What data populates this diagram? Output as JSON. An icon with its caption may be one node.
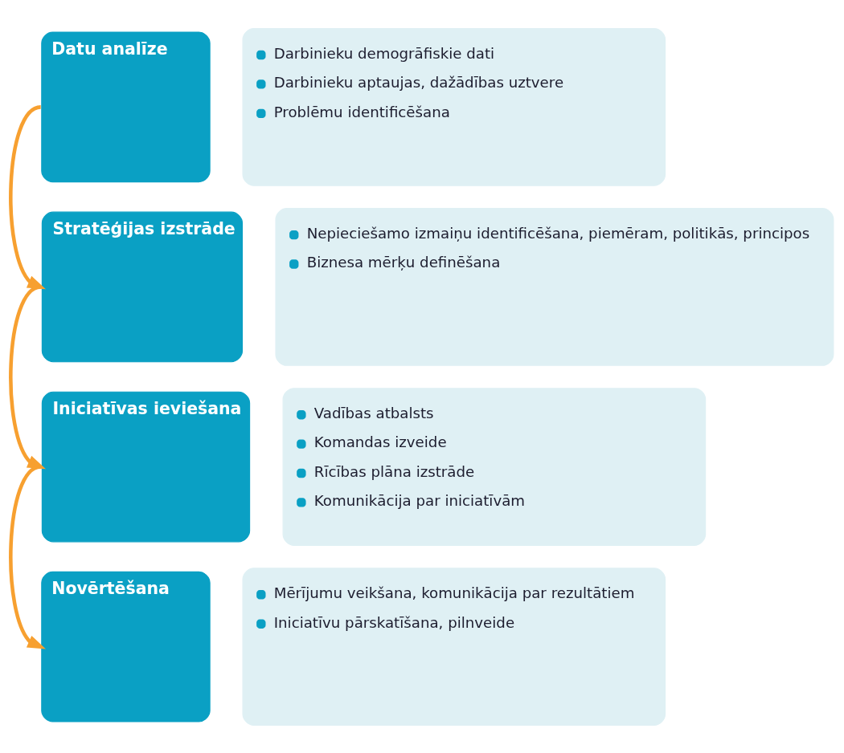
{
  "diagram": {
    "nodes": [
      {
        "text": [
          "Datu analīze"
        ]
      },
      {
        "text": [
          "Darbinieku demogrāfiskie dati",
          "Darbinieku aptaujas, dažādības uztvere",
          "Problēmu identificēšana"
        ]
      },
      {
        "text": [
          "Stratēģijas izstrāde"
        ]
      },
      {
        "text": [
          "Nepieciešamo izmaiņu identificēšana, piemēram, politikās, principos",
          "Biznesa mērķu definēšana"
        ]
      },
      {
        "text": [
          "Iniciatīvas ieviešana"
        ]
      },
      {
        "text": [
          "Vadības atbalsts",
          "Komandas izveide",
          "Rīcības plāna izstrāde",
          "Komunikācija par iniciatīvām"
        ]
      },
      {
        "text": [
          "Novērtēšana"
        ]
      },
      {
        "text": [
          "Mērījumu veikšana, komunikācija par rezultātiem",
          "Iniciatīvu pārskatīšana, pilnveide"
        ]
      }
    ],
    "edges": [
      {
        "from": 0,
        "to": 2,
        "arrow": "to"
      },
      {
        "from": 2,
        "to": 4,
        "arrow": "to"
      },
      {
        "from": 4,
        "to": 6,
        "arrow": "to"
      }
    ]
  }
}
